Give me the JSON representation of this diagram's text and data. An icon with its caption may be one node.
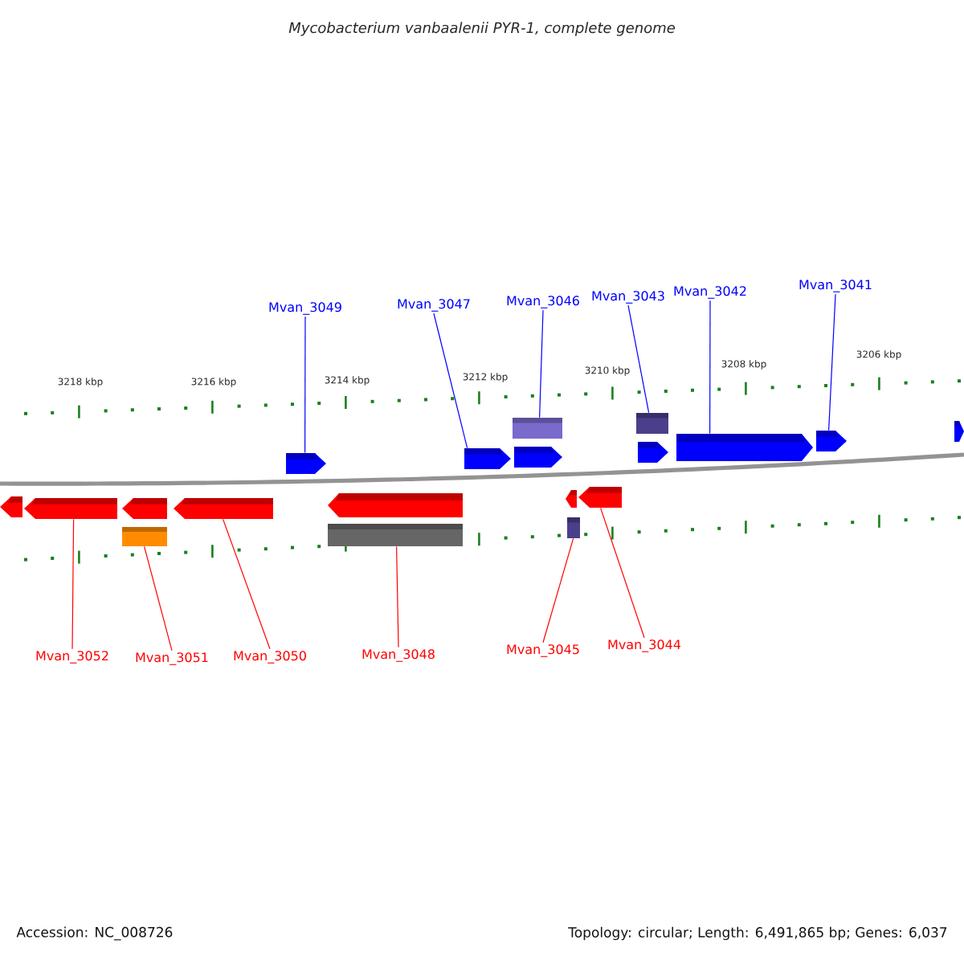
{
  "diagram": {
    "title": "Mycobacterium vanbaalenii PYR-1, complete genome",
    "nodes": [
      {
        "text": [
          "Mvan_3049"
        ]
      },
      {
        "text": [
          "Mvan_3047"
        ]
      },
      {
        "text": [
          "Mvan_3046"
        ]
      },
      {
        "text": [
          "Mvan_3043"
        ]
      },
      {
        "text": [
          "Mvan_3042"
        ]
      },
      {
        "text": [
          "Mvan_3041"
        ]
      },
      {
        "text": [],
        "shape": "arrow"
      },
      {
        "text": [],
        "shape": "arrow"
      },
      {
        "text": [],
        "shape": "arrow"
      },
      {
        "text": [],
        "shape": "box"
      },
      {
        "text": [],
        "shape": "box"
      },
      {
        "text": [],
        "shape": "arrow"
      },
      {
        "text": [],
        "shape": "arrow"
      },
      {
        "text": [],
        "shape": "arrow"
      },
      {
        "text": [],
        "shape": "arrow"
      },
      {
        "text": [],
        "shape": "arrow"
      },
      {
        "text": [],
        "shape": "arrow"
      },
      {
        "text": [],
        "shape": "arrow"
      },
      {
        "text": [],
        "shape": "box"
      },
      {
        "text": [],
        "shape": "arrow"
      },
      {
        "text": [],
        "shape": "arrow"
      },
      {
        "text": [],
        "shape": "box"
      },
      {
        "text": [],
        "shape": "arrow"
      },
      {
        "text": [],
        "shape": "arrow"
      },
      {
        "text": [],
        "shape": "box"
      },
      {
        "text": [
          "Mvan_3052"
        ]
      },
      {
        "text": [
          "Mvan_3051"
        ]
      },
      {
        "text": [
          "Mvan_3050"
        ]
      },
      {
        "text": [
          "Mvan_3048"
        ]
      },
      {
        "text": [
          "Mvan_3045"
        ]
      },
      {
        "text": [
          "Mvan_3044"
        ]
      }
    ],
    "edges": [
      {
        "from": 0,
        "to": 6,
        "arrow": "none",
        "color": "#0000ff"
      },
      {
        "from": 1,
        "to": 7,
        "arrow": "none",
        "color": "#0000ff"
      },
      {
        "from": 2,
        "to": 9,
        "arrow": "none",
        "color": "#0000ff"
      },
      {
        "from": 3,
        "to": 10,
        "arrow": "none",
        "color": "#0000ff"
      },
      {
        "from": 4,
        "to": 12,
        "arrow": "none",
        "color": "#0000ff"
      },
      {
        "from": 5,
        "to": 13,
        "arrow": "none",
        "color": "#0000ff"
      },
      {
        "from": 25,
        "to": 16,
        "arrow": "none",
        "color": "#ff0000"
      },
      {
        "from": 26,
        "to": 18,
        "arrow": "none",
        "color": "#ff0000"
      },
      {
        "from": 27,
        "to": 19,
        "arrow": "none",
        "color": "#ff0000"
      },
      {
        "from": 28,
        "to": 21,
        "arrow": "none",
        "color": "#ff0000"
      },
      {
        "from": 29,
        "to": 24,
        "arrow": "none",
        "color": "#ff0000"
      },
      {
        "from": 30,
        "to": 23,
        "arrow": "none",
        "color": "#ff0000"
      }
    ],
    "labels": [
      "3218 kbp",
      "3216 kbp",
      "3214 kbp",
      "3212 kbp",
      "3210 kbp",
      "3208 kbp",
      "3206 kbp",
      "Accession: NC_008726",
      "Topology: circular; Length: 6,491,865 bp; Genes: 6,037"
    ]
  }
}
